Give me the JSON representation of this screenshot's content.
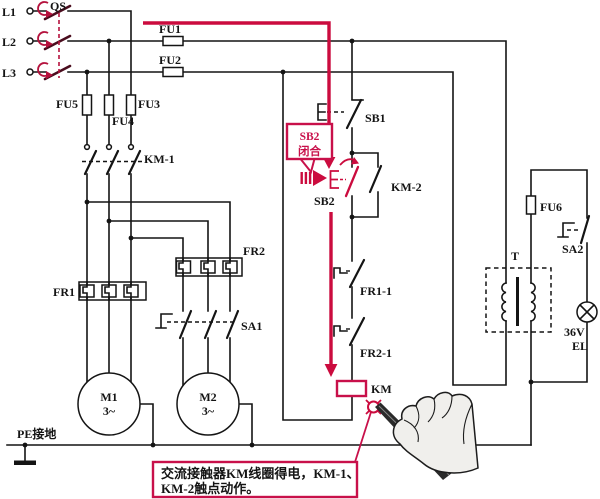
{
  "labels": {
    "l1": "L1",
    "l2": "L2",
    "l3": "L3",
    "qs": "QS",
    "fu1": "FU1",
    "fu2": "FU2",
    "fu3": "FU3",
    "fu4": "FU4",
    "fu5": "FU5",
    "fu6": "FU6",
    "km1": "KM-1",
    "km2": "KM-2",
    "km": "KM",
    "fr1": "FR1",
    "fr2": "FR2",
    "fr1_1": "FR1-1",
    "fr2_1": "FR2-1",
    "sa1": "SA1",
    "sa2": "SA2",
    "sb1": "SB1",
    "sb2": "SB2",
    "m1": "M1",
    "m1_phase": "3~",
    "m2": "M2",
    "m2_phase": "3~",
    "pe": "PE接地",
    "t": "T",
    "lamp_voltage": "36V",
    "lamp": "EL"
  },
  "callout": {
    "line1": "SB2",
    "line2": "闭合"
  },
  "note": {
    "line1": "交流接触器KM线圈得电，KM-1、",
    "line2": "KM-2触点动作。"
  },
  "colors": {
    "wire": "#141414",
    "flow_red": "#cb0b3e",
    "annotation_red": "#c8104a",
    "qs_red": "#b5123d"
  }
}
